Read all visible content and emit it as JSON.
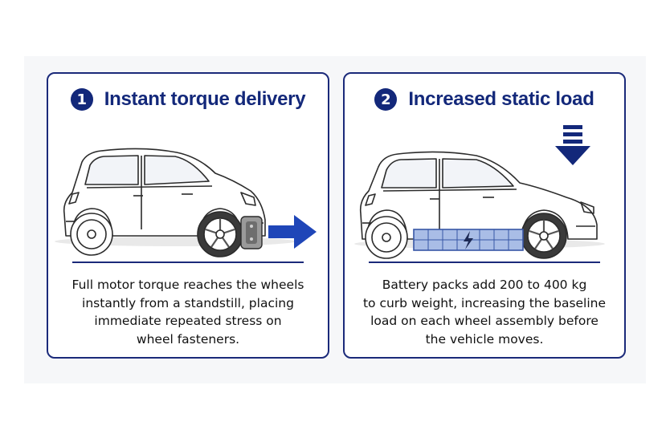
{
  "panels": [
    {
      "number": "1",
      "title": "Instant torque delivery",
      "description": "Full motor torque reaches the wheels\ninstantly from a standstill, placing\nimmediate repeated stress on\nwheel fasteners.",
      "icons": [
        "car-side-icon",
        "brake-caliper-icon",
        "right-arrow-icon"
      ]
    },
    {
      "number": "2",
      "title": "Increased static load",
      "description": "Battery packs add 200 to 400 kg\nto curb weight, increasing the baseline\nload on each wheel assembly before\nthe vehicle moves.",
      "icons": [
        "car-side-icon",
        "battery-pack-icon",
        "lightning-bolt-icon",
        "down-arrow-icon"
      ]
    }
  ],
  "colors": {
    "accent": "#13287a",
    "arrow": "#1f46b8",
    "battery_fill": "#a9bde6",
    "battery_border": "#3756a6",
    "outline": "#2b2b2b"
  }
}
